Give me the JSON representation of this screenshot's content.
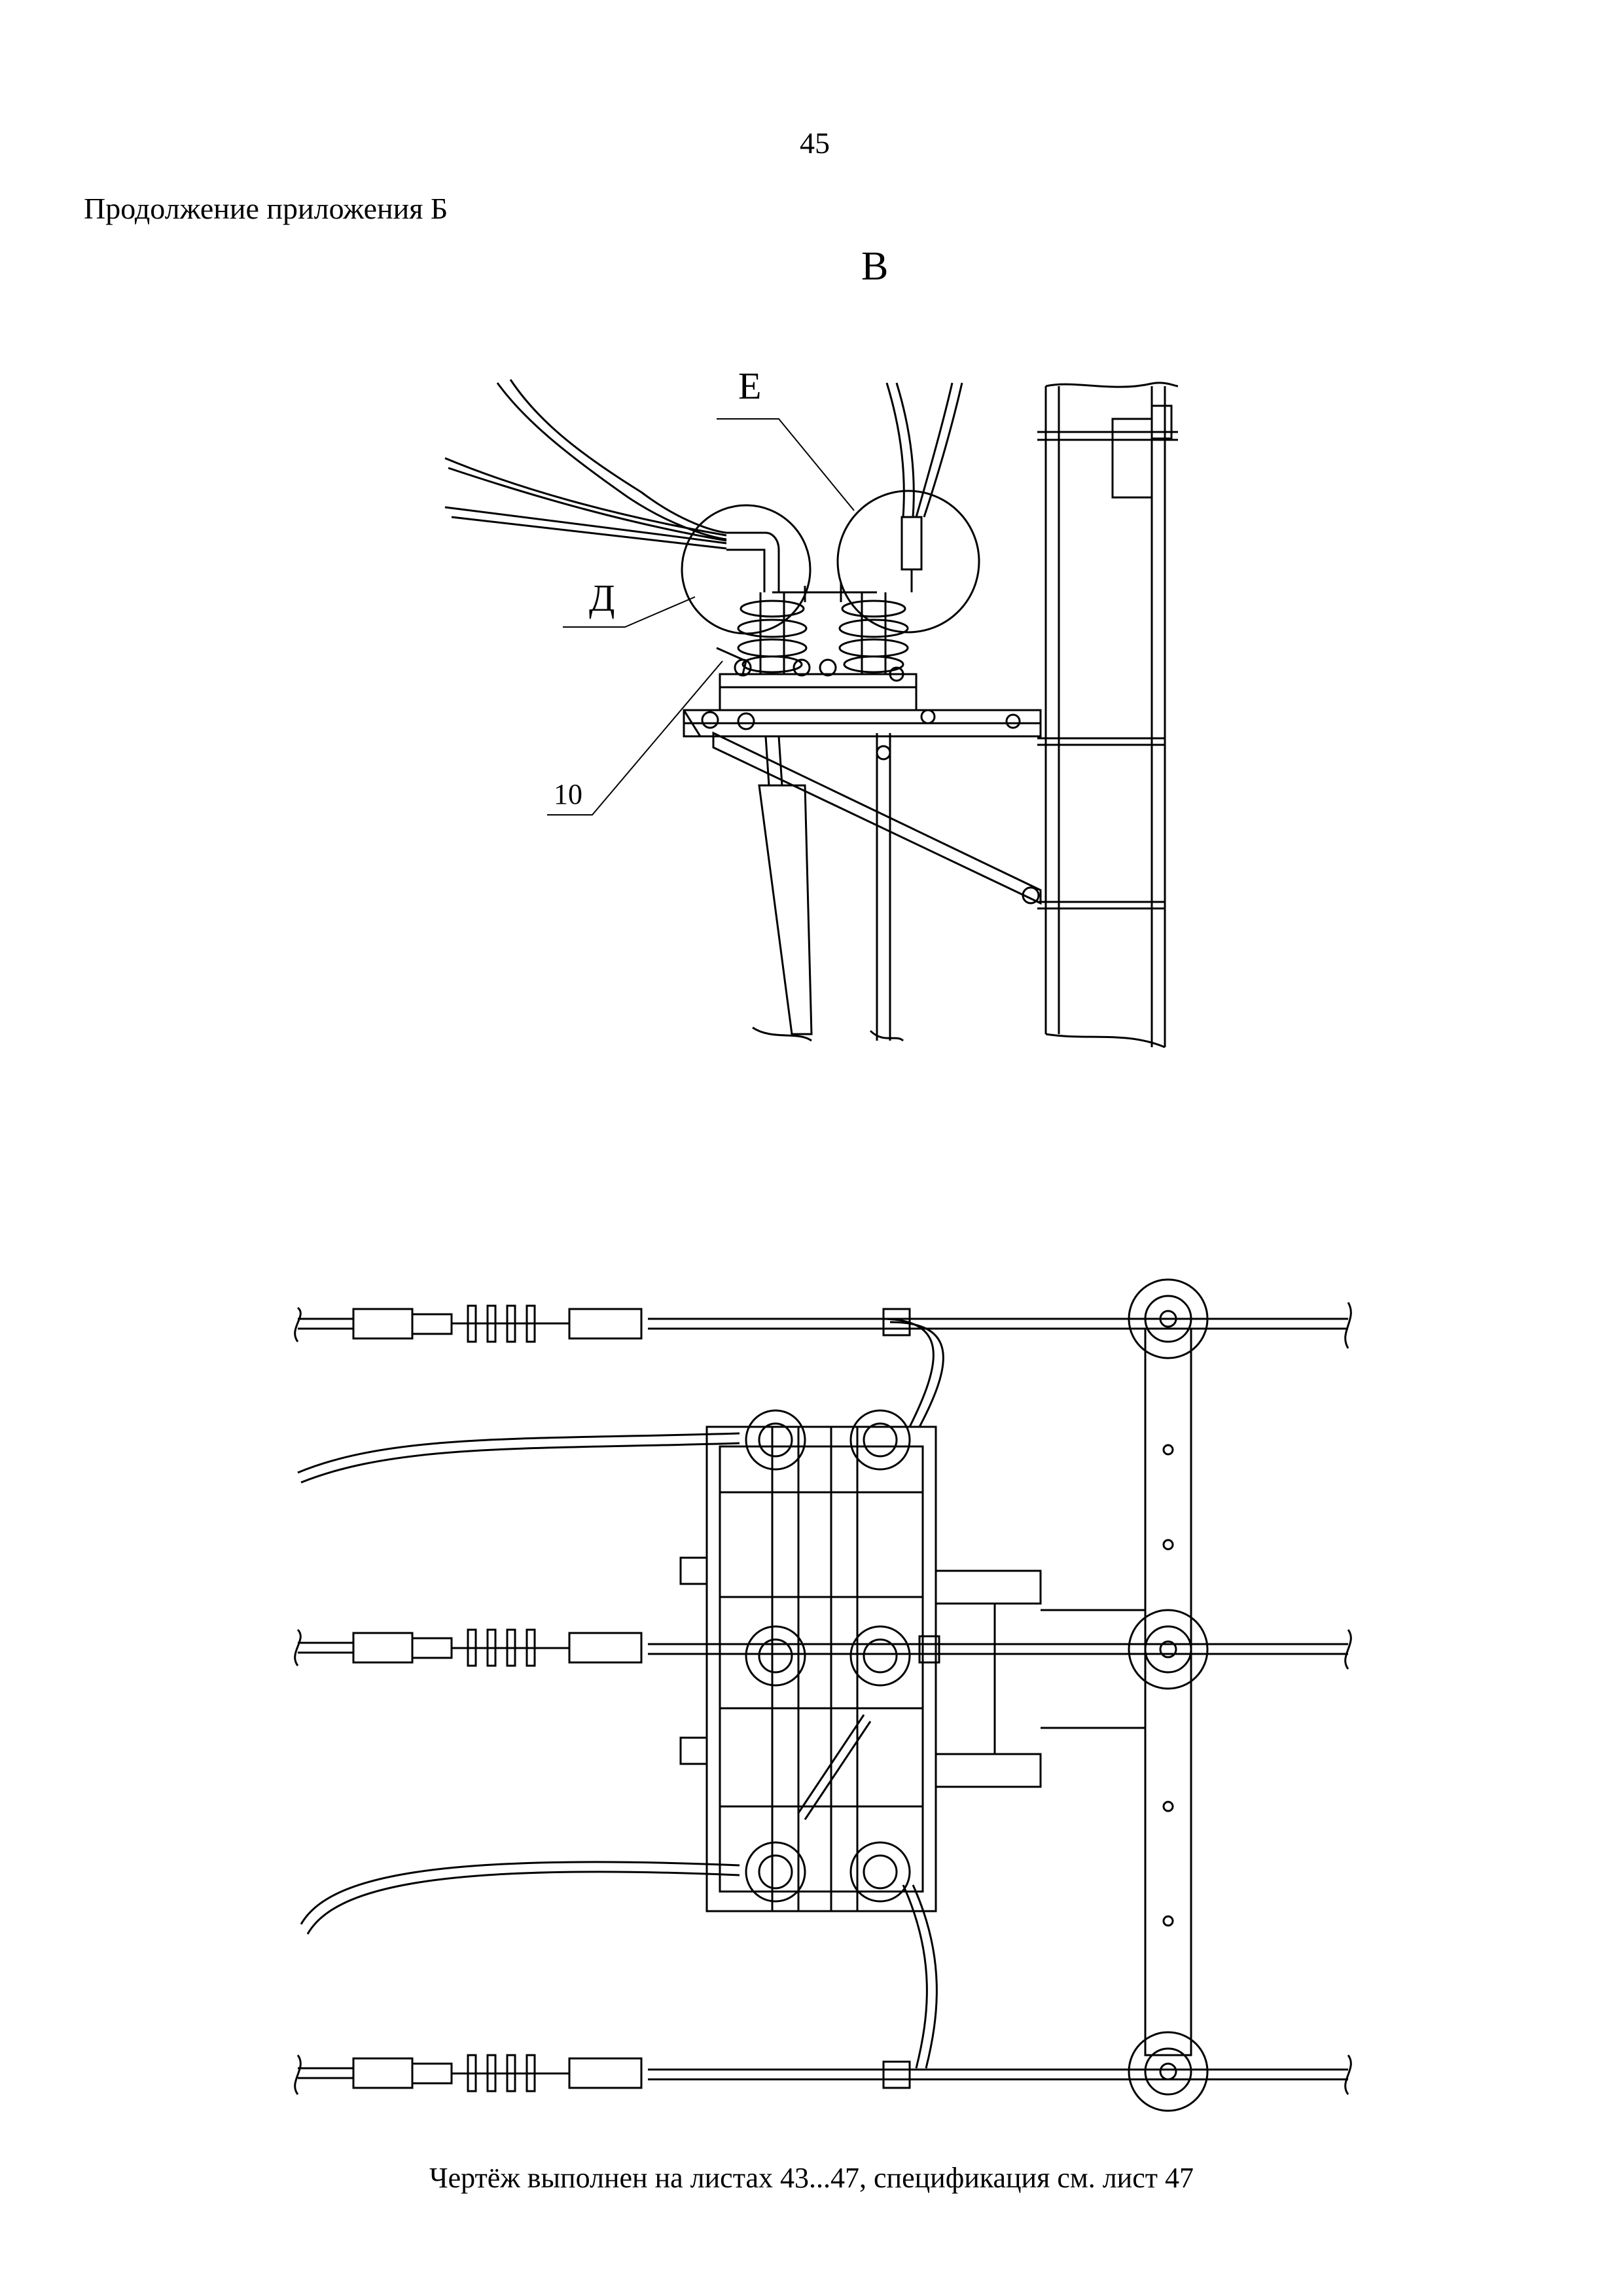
{
  "page": {
    "number": "45",
    "header": "Продолжение приложения Б",
    "view_label": "В",
    "footer": "Чертёж выполнен на листах 43...47, спецификация см. лист 47"
  },
  "callouts": {
    "e": "Е",
    "d": "Д",
    "ten": "10"
  },
  "colors": {
    "line": "#000000",
    "background": "#ffffff"
  }
}
